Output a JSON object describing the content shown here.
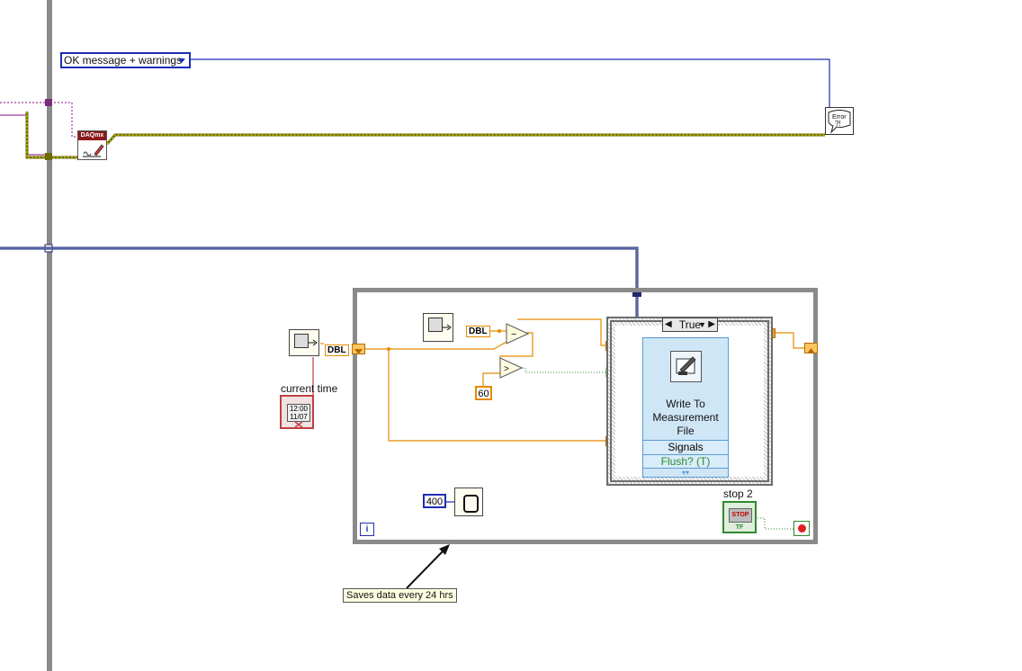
{
  "diagram": {
    "error_mode_ring": {
      "value": "OK message + warnings"
    },
    "error_handler": {
      "icon": "error-dialog-icon",
      "text": "Error\n?!"
    },
    "daqmx_clear": {
      "header": "DAQmx",
      "icon": "daqmx-clear-task-icon"
    },
    "while_loop": {
      "iteration_terminal": "i",
      "wait_constant": "400",
      "stop_label": "stop 2",
      "stop_button_text": "STOP",
      "stop_tf": "TF"
    },
    "tick_count_outer": {
      "dbl_label": "DBL"
    },
    "current_time_label": "current time",
    "current_time_face": "12:00\n11/07",
    "tick_count_inner": {
      "dbl_label": "DBL"
    },
    "compare_constant": "60",
    "case_structure": {
      "selector": "True",
      "express_vi": {
        "title": "Write To Measurement File",
        "terminals": [
          "Signals",
          "Flush? (T)"
        ],
        "expander": "▾▾"
      }
    },
    "comment": "Saves data every 24 hrs",
    "colors": {
      "orange_wire": "#e58a00",
      "blue_wire": "#1d2db5",
      "error_wire": "#b8b000",
      "ref_wire": "#1e2a6e",
      "loop_border": "#8a8a8a"
    }
  }
}
